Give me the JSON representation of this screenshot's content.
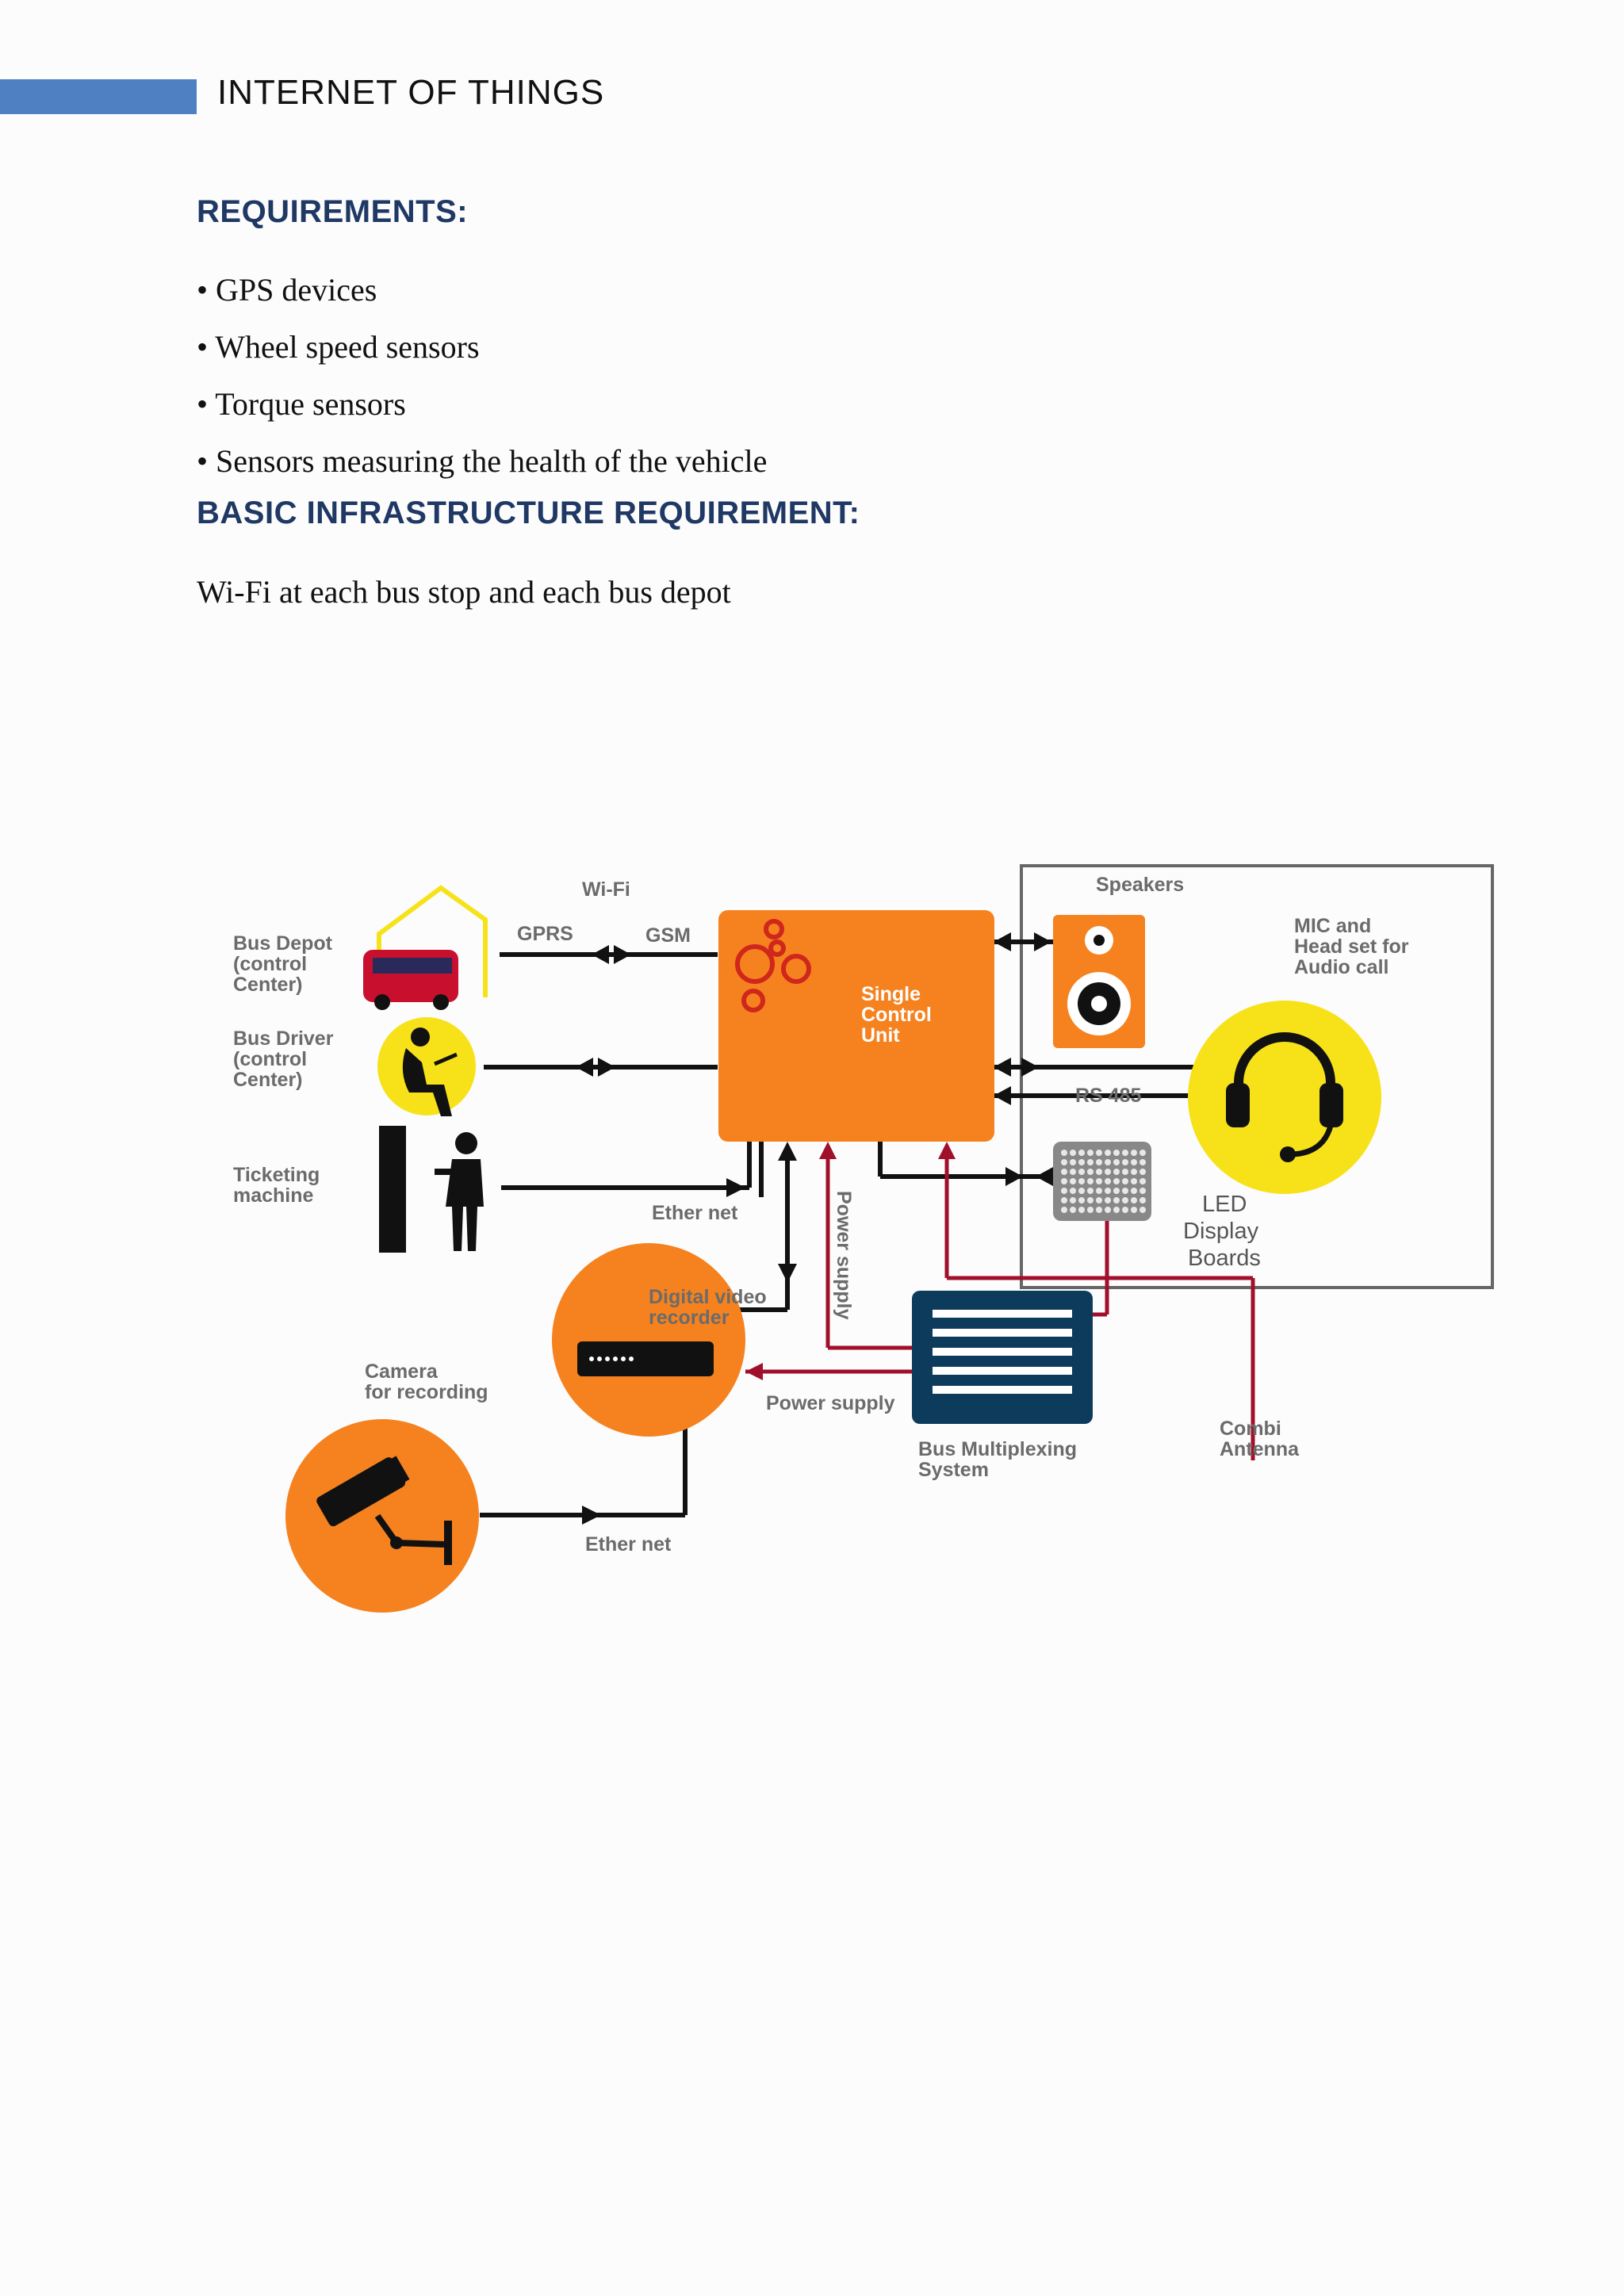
{
  "header": {
    "title": "INTERNET OF THINGS"
  },
  "requirements": {
    "heading": "REQUIREMENTS:",
    "items": [
      "GPS devices",
      "Wheel speed sensors",
      "Torque sensors",
      "Sensors measuring the health of the vehicle"
    ]
  },
  "infrastructure": {
    "heading": "BASIC INFRASTRUCTURE REQUIREMENT:",
    "text": "Wi-Fi at each bus stop and each bus depot"
  },
  "diagram": {
    "wifi": "Wi-Fi",
    "gprs": "GPRS",
    "gsm": "GSM",
    "bus_depot": [
      "Bus Depot",
      "(control",
      "Center)"
    ],
    "bus_driver": [
      "Bus Driver",
      "(control",
      "Center)"
    ],
    "ticketing": [
      "Ticketing",
      "machine"
    ],
    "control_unit": [
      "Single",
      "Control",
      "Unit"
    ],
    "speakers": "Speakers",
    "mic": [
      "MIC and",
      "Head set for",
      "Audio call"
    ],
    "rs485": "RS 485",
    "led": [
      "LED",
      "Display",
      "Boards"
    ],
    "ether_net_top": "Ether net",
    "power_supply_vertical": "Power supply",
    "dvr": [
      "Digital video",
      "recorder"
    ],
    "camera": [
      "Camera",
      "for recording"
    ],
    "power_supply": "Power supply",
    "bus_mux": [
      "Bus Multiplexing",
      "System"
    ],
    "combi": [
      "Combi",
      "Antenna"
    ],
    "ether_net_bottom": "Ether net"
  },
  "colors": {
    "heading": "#1f3864",
    "header_bar": "#4f81c2",
    "orange": "#f5821f",
    "yellow": "#f7e21a",
    "navy": "#0d3b5c",
    "dark_red": "#a0102a"
  }
}
